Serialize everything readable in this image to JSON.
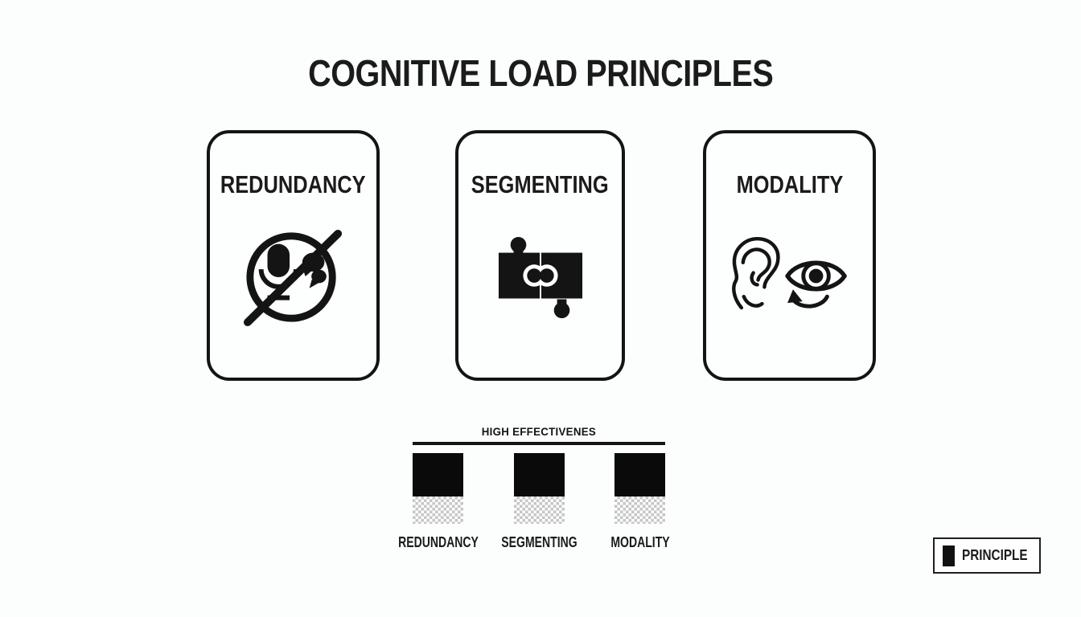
{
  "page": {
    "title": "COGNITIVE LOAD PRINCIPLES",
    "background_color": "#fcfdfd",
    "ink_color": "#141414"
  },
  "cards": [
    {
      "label": "REDUNDANCY",
      "icon": "no-narration-mic-speech-icon"
    },
    {
      "label": "SEGMENTING",
      "icon": "puzzle-pieces-icon"
    },
    {
      "label": "MODALITY",
      "icon": "ear-and-eye-icon"
    }
  ],
  "chart_data": {
    "type": "bar",
    "title": "HIGH EFFECTIVENES",
    "categories": [
      "REDUNDANCY",
      "SEGMENTING",
      "MODALITY"
    ],
    "series": [
      {
        "name": "solid-black-top-segment",
        "style": "solid",
        "values": [
          54,
          54,
          54
        ]
      },
      {
        "name": "checkered-bottom-segment",
        "style": "checkered",
        "values": [
          34,
          34,
          34
        ]
      }
    ],
    "value_units": "relative bar height in px (no numeric axis shown)",
    "axis_labels": "none",
    "gridlines": false,
    "top_rule": true,
    "checker_color": "#c6c6c6",
    "bar_color": "#0a0a0a"
  },
  "legend": {
    "label": "PRINCIPLE",
    "swatch_color": "#111111"
  }
}
